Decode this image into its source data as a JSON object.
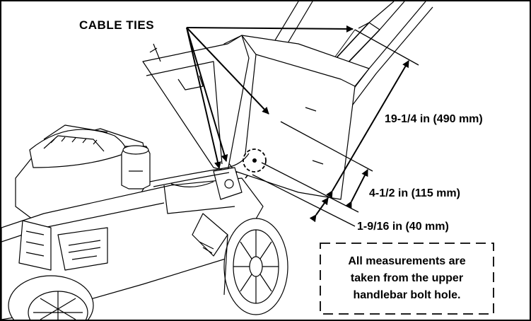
{
  "labels": {
    "cable_ties": "CABLE TIES",
    "dim_long": "19-1/4 in (490 mm)",
    "dim_mid": "4-1/2 in (115 mm)",
    "dim_short": "1-9/16 in (40 mm)"
  },
  "note": {
    "line1": "All measurements are",
    "line2": "taken from the upper",
    "line3": "handlebar bolt hole."
  },
  "icons": [
    "lawn-mower-drawing",
    "arrow-icon",
    "dimension-arrow-icon",
    "bolt-hole-circle-icon"
  ]
}
